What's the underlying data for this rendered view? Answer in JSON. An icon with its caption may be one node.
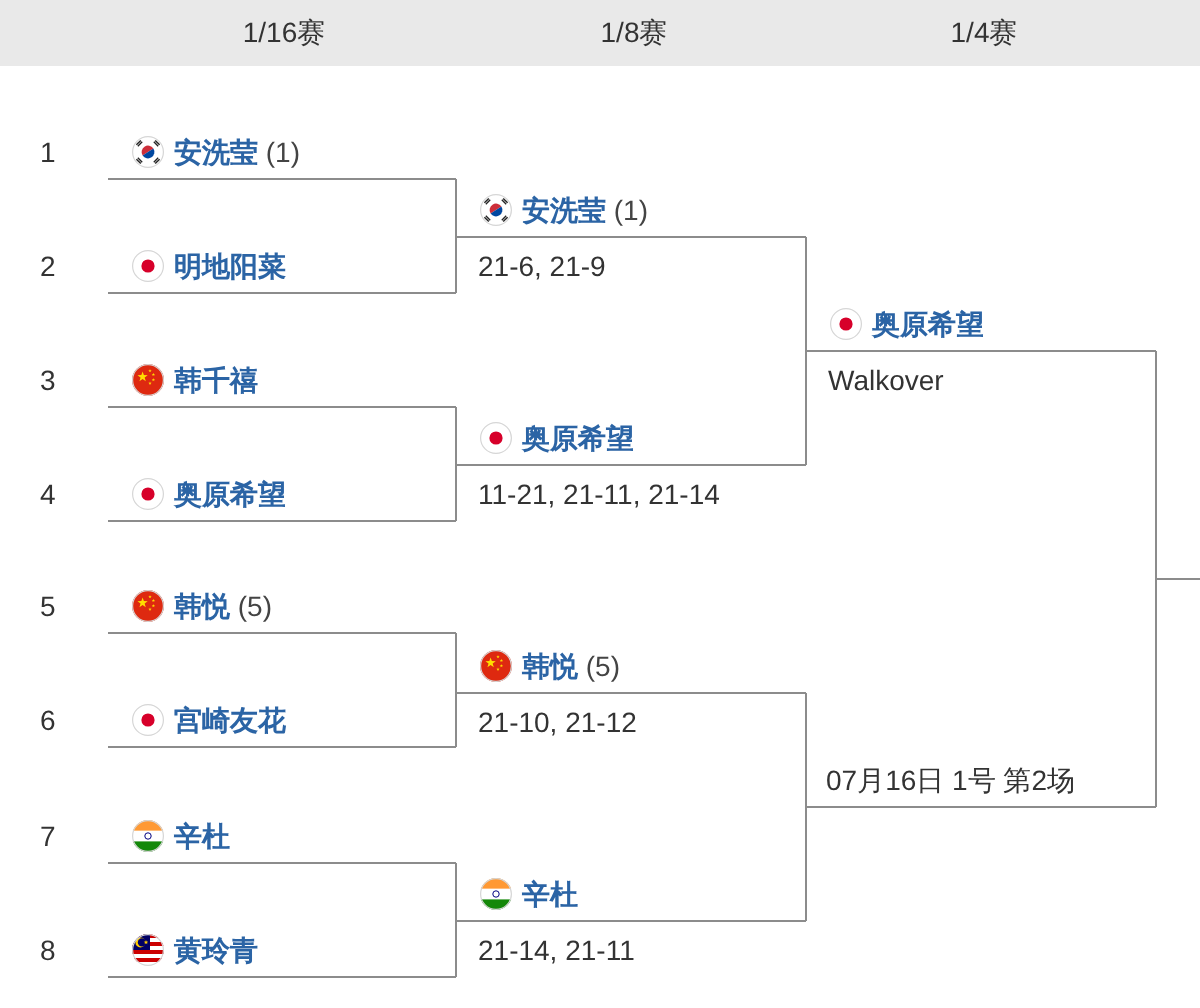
{
  "diagram": {
    "nodes": [
      {
        "text": [
          "**安洗莹** (1)"
        ],
        "beside": [
          "1"
        ]
      },
      {
        "text": [
          "明地阳菜"
        ],
        "beside": [
          "2"
        ]
      },
      {
        "text": [
          "韩千禧"
        ],
        "beside": [
          "3"
        ]
      },
      {
        "text": [
          "奥原希望"
        ],
        "beside": [
          "4"
        ]
      },
      {
        "text": [
          "**韩悦** (5)"
        ],
        "beside": [
          "5"
        ]
      },
      {
        "text": [
          "宫崎友花"
        ],
        "beside": [
          "6"
        ]
      },
      {
        "text": [
          "辛杜"
        ],
        "beside": [
          "7"
        ]
      },
      {
        "text": [
          "黄玲青"
        ],
        "beside": [
          "8"
        ]
      },
      {
        "text": [
          "**安洗莹** (1)"
        ],
        "beside": [
          "21-6, 21-9"
        ]
      },
      {
        "text": [
          "奥原希望"
        ],
        "beside": [
          "11-21, 21-11, 21-14"
        ]
      },
      {
        "text": [
          "**韩悦** (5)"
        ],
        "beside": [
          "21-10, 21-12"
        ]
      },
      {
        "text": [
          "辛杜"
        ],
        "beside": [
          "21-14, 21-11"
        ]
      },
      {
        "text": [
          "奥原希望"
        ],
        "beside": [
          "Walkover"
        ]
      },
      {
        "text": [
          "07月16日 1号 第2场"
        ]
      }
    ],
    "edges": [
      {
        "from": 0,
        "to": 8,
        "arrow": "none"
      },
      {
        "from": 1,
        "to": 8,
        "arrow": "none"
      },
      {
        "from": 2,
        "to": 9,
        "arrow": "none"
      },
      {
        "from": 3,
        "to": 9,
        "arrow": "none"
      },
      {
        "from": 4,
        "to": 10,
        "arrow": "none"
      },
      {
        "from": 5,
        "to": 10,
        "arrow": "none"
      },
      {
        "from": 6,
        "to": 11,
        "arrow": "none"
      },
      {
        "from": 7,
        "to": 11,
        "arrow": "none"
      },
      {
        "from": 8,
        "to": 12,
        "arrow": "none"
      },
      {
        "from": 9,
        "to": 12,
        "arrow": "none"
      },
      {
        "from": 10,
        "to": 13,
        "arrow": "none"
      },
      {
        "from": 11,
        "to": 13,
        "arrow": "none"
      },
      {
        "from": 12,
        "to": null,
        "arrow": "none"
      },
      {
        "from": 13,
        "to": null,
        "arrow": "none"
      }
    ],
    "labels": [
      "1/16赛",
      "1/8赛",
      "1/4赛"
    ]
  }
}
